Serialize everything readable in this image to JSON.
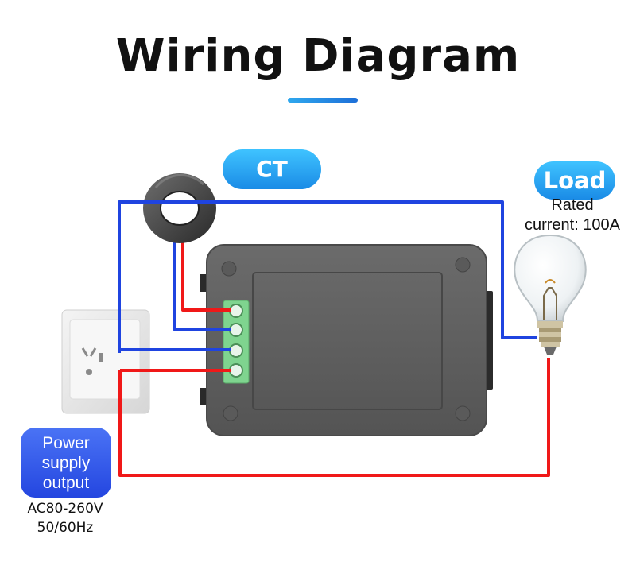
{
  "title": "Wiring Diagram",
  "labels": {
    "ct": "CT",
    "load": "Load",
    "rated_line1": "Rated",
    "rated_line2": "current: 100A",
    "power_line1": "Power",
    "power_line2": "supply",
    "power_line3": "output",
    "ac_line1": "AC80-260V",
    "ac_line2": "50/60Hz"
  },
  "colors": {
    "accent": "#1a8be6",
    "wire_blue": "#1f44e0",
    "wire_red": "#f01818",
    "power_pill": "#2f55ea",
    "device_body": "#5f5f5f",
    "terminal_green": "#79d08a"
  },
  "components": {
    "current_transformer": "ct-ring",
    "meter": "meter-device",
    "terminal_block": "4-terminal-block",
    "lamp": "light-bulb",
    "outlet": "wall-socket"
  }
}
